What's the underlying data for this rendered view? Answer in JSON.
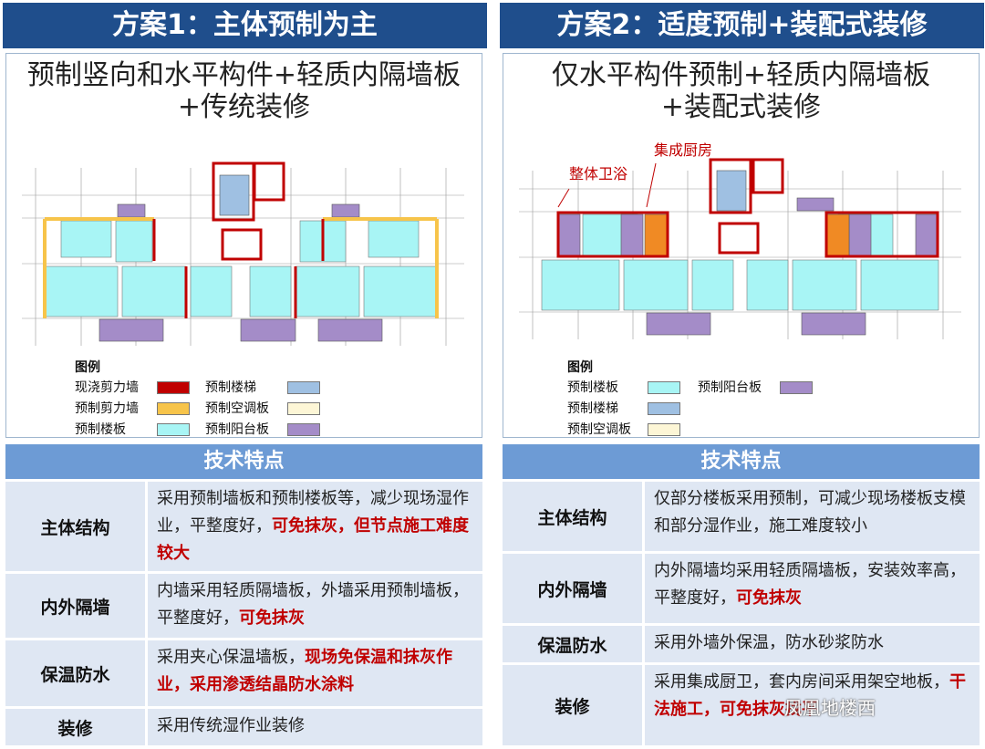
{
  "left": {
    "header": "方案1：主体预制为主",
    "subtitle_line1": "预制竖向和水平构件+轻质内隔墙板",
    "subtitle_line2": "+传统装修",
    "legend_title": "图例",
    "legend": [
      {
        "label": "现浇剪力墙",
        "color": "#c00000"
      },
      {
        "label": "预制剪力墙",
        "color": "#f7c44a"
      },
      {
        "label": "预制楼板",
        "color": "#a8f5f5"
      },
      {
        "label": "预制楼梯",
        "color": "#9fc0e2"
      },
      {
        "label": "预制空调板",
        "color": "#fdf6d6"
      },
      {
        "label": "预制阳台板",
        "color": "#a48cc8"
      }
    ],
    "tech_title": "技术特点",
    "rows": [
      {
        "cat": "主体结构",
        "text": "采用预制墙板和预制楼板等，减少现场湿作业，平整度好，",
        "red": "可免抹灰，但节点施工难度较大"
      },
      {
        "cat": "内外隔墙",
        "text": "内墙采用轻质隔墙板，外墙采用预制墙板，平整度好，",
        "red": "可免抹灰"
      },
      {
        "cat": "保温防水",
        "text": "采用夹心保温墙板，",
        "red": "现场免保温和抹灰作业，采用渗透结晶防水涂料"
      },
      {
        "cat": "装修",
        "text": "采用传统湿作业装修",
        "red": ""
      }
    ]
  },
  "right": {
    "header": "方案2：适度预制+装配式装修",
    "subtitle_line1": "仅水平构件预制+轻质内隔墙板",
    "subtitle_line2": "+装配式装修",
    "annotation_bath": "整体卫浴",
    "annotation_kitchen": "集成厨房",
    "legend_title": "图例",
    "legend": [
      {
        "label": "预制楼板",
        "color": "#a8f5f5"
      },
      {
        "label": "预制楼梯",
        "color": "#9fc0e2"
      },
      {
        "label": "预制空调板",
        "color": "#fdf6d6"
      },
      {
        "label": "预制阳台板",
        "color": "#a48cc8"
      }
    ],
    "tech_title": "技术特点",
    "rows": [
      {
        "cat": "主体结构",
        "text": "仅部分楼板采用预制，可减少现场楼板支模和部分湿作业，施工难度较小",
        "red": ""
      },
      {
        "cat": "内外隔墙",
        "text": "内外隔墙均采用轻质隔墙板，安装效率高，平整度好，",
        "red": "可免抹灰"
      },
      {
        "cat": "保温防水",
        "text": "采用外墙外保温，防水砂浆防水",
        "red": ""
      },
      {
        "cat": "装修",
        "text": "采用集成厨卫，套内房间采用架空地板，",
        "red": "干法施工，可免抹灰找平"
      }
    ]
  },
  "watermark": "凤凰地楼西",
  "colors": {
    "header": "#1f4e8c",
    "tech_header": "#6d9bd5",
    "row_bg": "#dfe7f3",
    "highlight": "#c00000",
    "orange": "#f08a24"
  }
}
